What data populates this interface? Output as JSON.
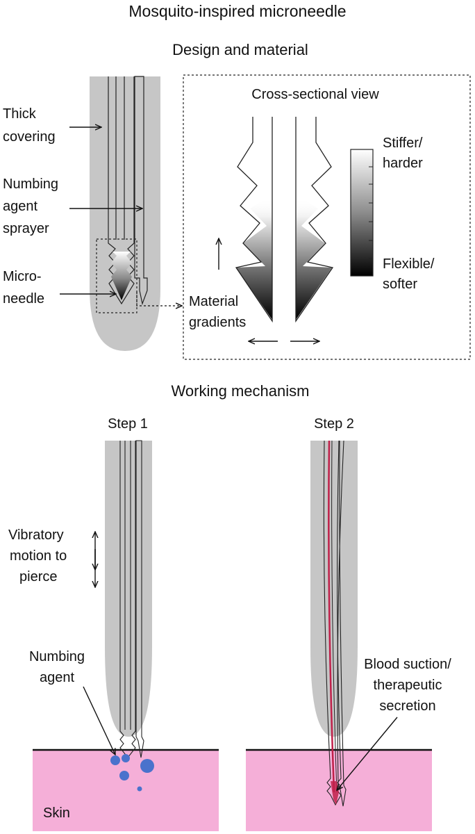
{
  "title": "Mosquito-inspired microneedle",
  "design": {
    "heading": "Design and material",
    "labels": {
      "thick_covering_1": "Thick",
      "thick_covering_2": "covering",
      "numbing_sprayer_1": "Numbing",
      "numbing_sprayer_2": "agent",
      "numbing_sprayer_3": "sprayer",
      "micro_needle_1": "Micro-",
      "micro_needle_2": "needle"
    },
    "cross_section": {
      "heading": "Cross-sectional view",
      "scale_top_1": "Stiffer/",
      "scale_top_2": "harder",
      "scale_bottom_1": "Flexible/",
      "scale_bottom_2": "softer",
      "gradient_1": "Material",
      "gradient_2": "gradients"
    }
  },
  "mechanism": {
    "heading": "Working mechanism",
    "step1": {
      "title": "Step 1",
      "vibratory_1": "Vibratory",
      "vibratory_2": "motion to",
      "vibratory_3": "pierce",
      "numbing_1": "Numbing",
      "numbing_2": "agent",
      "skin": "Skin"
    },
    "step2": {
      "title": "Step 2",
      "blood_1": "Blood suction/",
      "blood_2": "therapeutic",
      "blood_3": "secretion"
    }
  },
  "colors": {
    "covering": "#c6c6c6",
    "skin": "#f5afd8",
    "numbing_drops": "#4a72cc",
    "blood": "#c0204a"
  }
}
